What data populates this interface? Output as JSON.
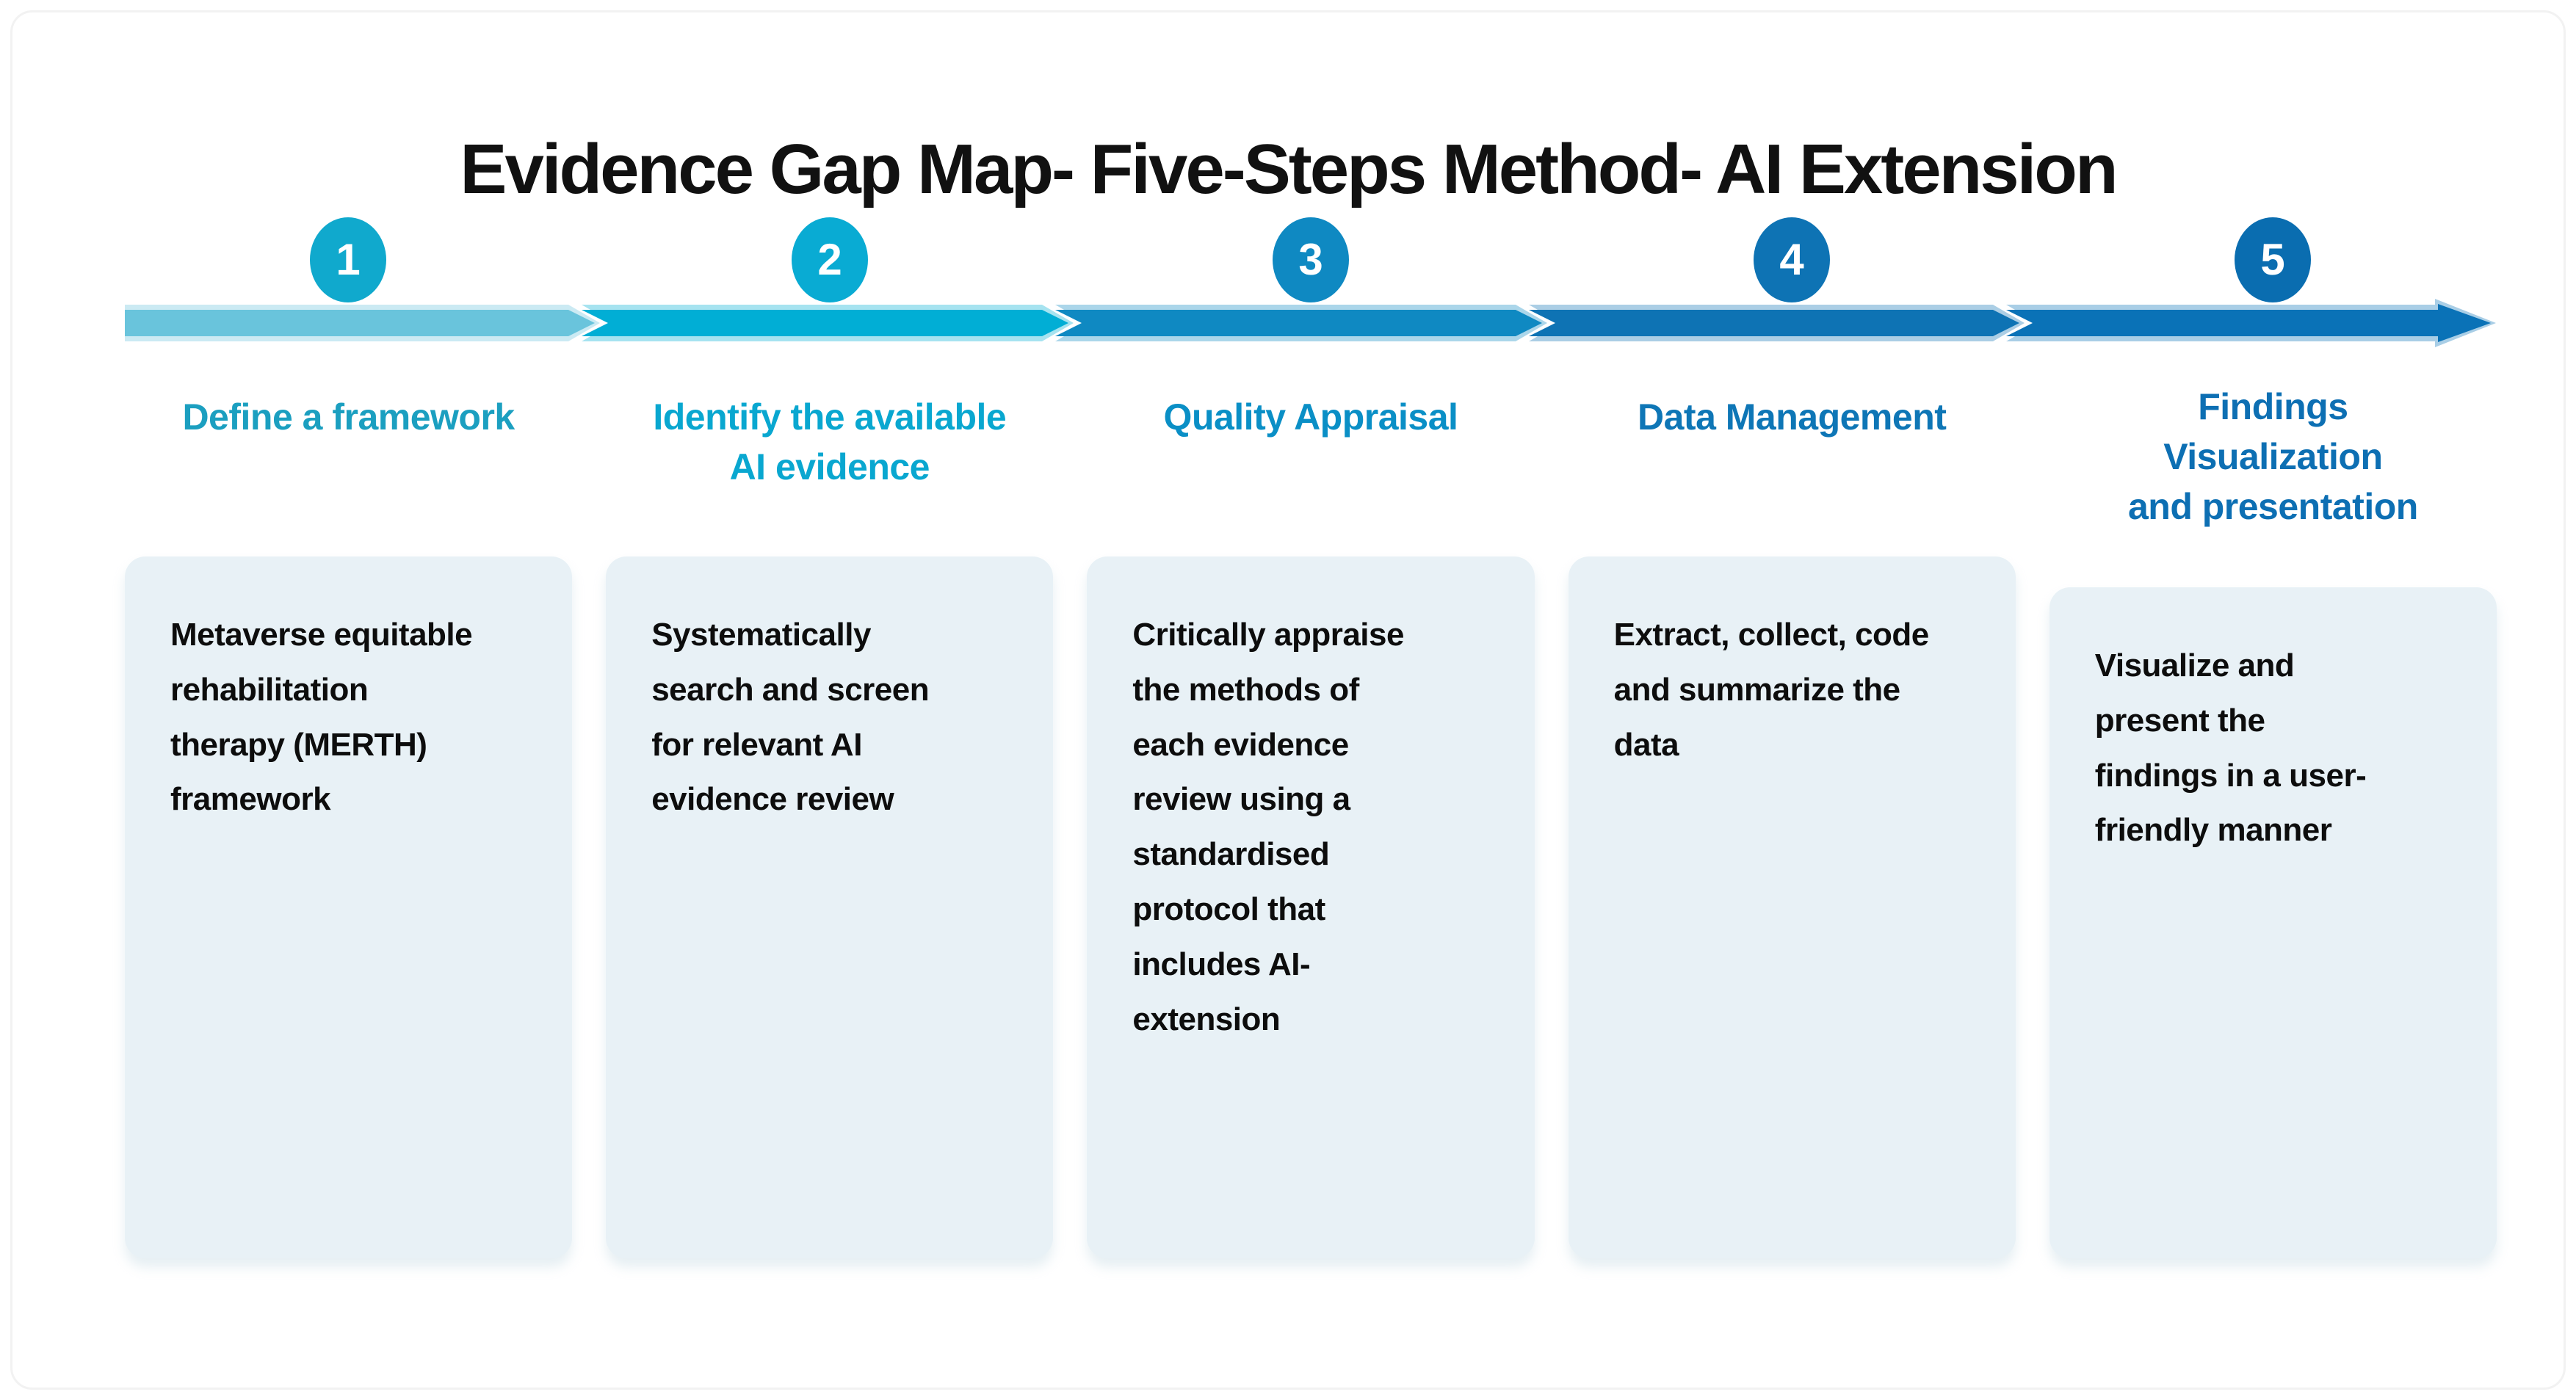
{
  "title": "Evidence Gap Map- Five-Steps Method- AI Extension",
  "steps": [
    {
      "number": "1",
      "heading": "Define a framework",
      "description": "Metaverse equitable\nrehabilitation\ntherapy (MERTH)\nframework",
      "band_color": "#69C4DC",
      "circle_color": "#10A9CD",
      "heading_color": "#1B9FC0"
    },
    {
      "number": "2",
      "heading": "Identify the available\nAI evidence",
      "description": "Systematically\nsearch and screen\nfor relevant AI\nevidence review",
      "band_color": "#01AED5",
      "circle_color": "#09ABD3",
      "heading_color": "#09A7D0"
    },
    {
      "number": "3",
      "heading": "Quality Appraisal",
      "description": "Critically appraise\nthe methods of\neach evidence\nreview using a\nstandardised\nprotocol that\nincludes AI-\nextension",
      "band_color": "#0F89C2",
      "circle_color": "#0F89C2",
      "heading_color": "#0A8FC6"
    },
    {
      "number": "4",
      "heading": "Data Management",
      "description": "Extract, collect, code\nand summarize the\ndata",
      "band_color": "#0E73B4",
      "circle_color": "#0E73B4",
      "heading_color": "#0E76B6"
    },
    {
      "number": "5",
      "heading": "Findings\nVisualization\nand presentation",
      "description": "Visualize and\npresent the\nfindings in a user-\nfriendly manner",
      "band_color": "#0A72B7",
      "circle_color": "#0A6DB0",
      "heading_color": "#0D6FB3"
    }
  ],
  "colors": {
    "page_bg": "#FFFFFF",
    "frame_border": "#F2F2F2",
    "card_bg": "#E8F1F6",
    "title_text": "#111111",
    "card_text": "#0D0D0D",
    "number_text": "#FFFFFF"
  }
}
